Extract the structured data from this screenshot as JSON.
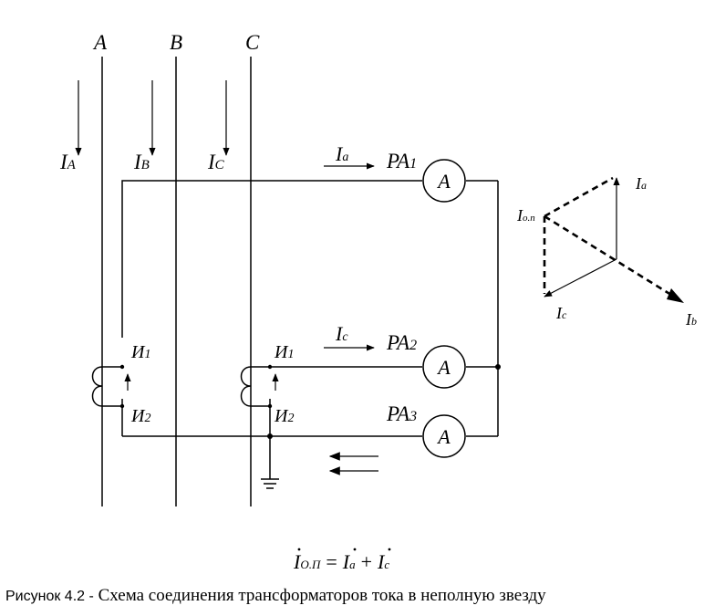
{
  "buses": {
    "a": "A",
    "b": "B",
    "c": "C"
  },
  "line_currents": {
    "ia": {
      "main": "I",
      "sub": "A"
    },
    "ib": {
      "main": "I",
      "sub": "B"
    },
    "ic": {
      "main": "I",
      "sub": "C"
    }
  },
  "secondary_currents": {
    "ia": {
      "main": "I",
      "sub": "a"
    },
    "ic": {
      "main": "I",
      "sub": "c"
    }
  },
  "ammeters": {
    "pa1": {
      "name": "PA",
      "index": "1",
      "symbol": "A"
    },
    "pa2": {
      "name": "PA",
      "index": "2",
      "symbol": "A"
    },
    "pa3": {
      "name": "PA",
      "index": "3",
      "symbol": "A"
    }
  },
  "transformers": {
    "left": {
      "t1": {
        "main": "И",
        "sub": "1"
      },
      "t2": {
        "main": "И",
        "sub": "2"
      }
    },
    "right": {
      "t1": {
        "main": "И",
        "sub": "1"
      },
      "t2": {
        "main": "И",
        "sub": "2"
      }
    }
  },
  "phasor": {
    "ia": {
      "main": "I",
      "sub": "a"
    },
    "ib": {
      "main": "I",
      "sub": "b"
    },
    "ic": {
      "main": "I",
      "sub": "c"
    },
    "iop": {
      "main": "I",
      "sub": "o.п"
    }
  },
  "formula": {
    "lhs_main": "I",
    "lhs_sub": "О.П",
    "eq": "=",
    "t1_main": "I",
    "t1_sub": "a",
    "plus": "+",
    "t2_main": "I",
    "t2_sub": "c"
  },
  "caption": {
    "prefix": "Рисунок 4.2 -",
    "text": " Схема соединения трансформаторов тока в неполную звезду"
  }
}
